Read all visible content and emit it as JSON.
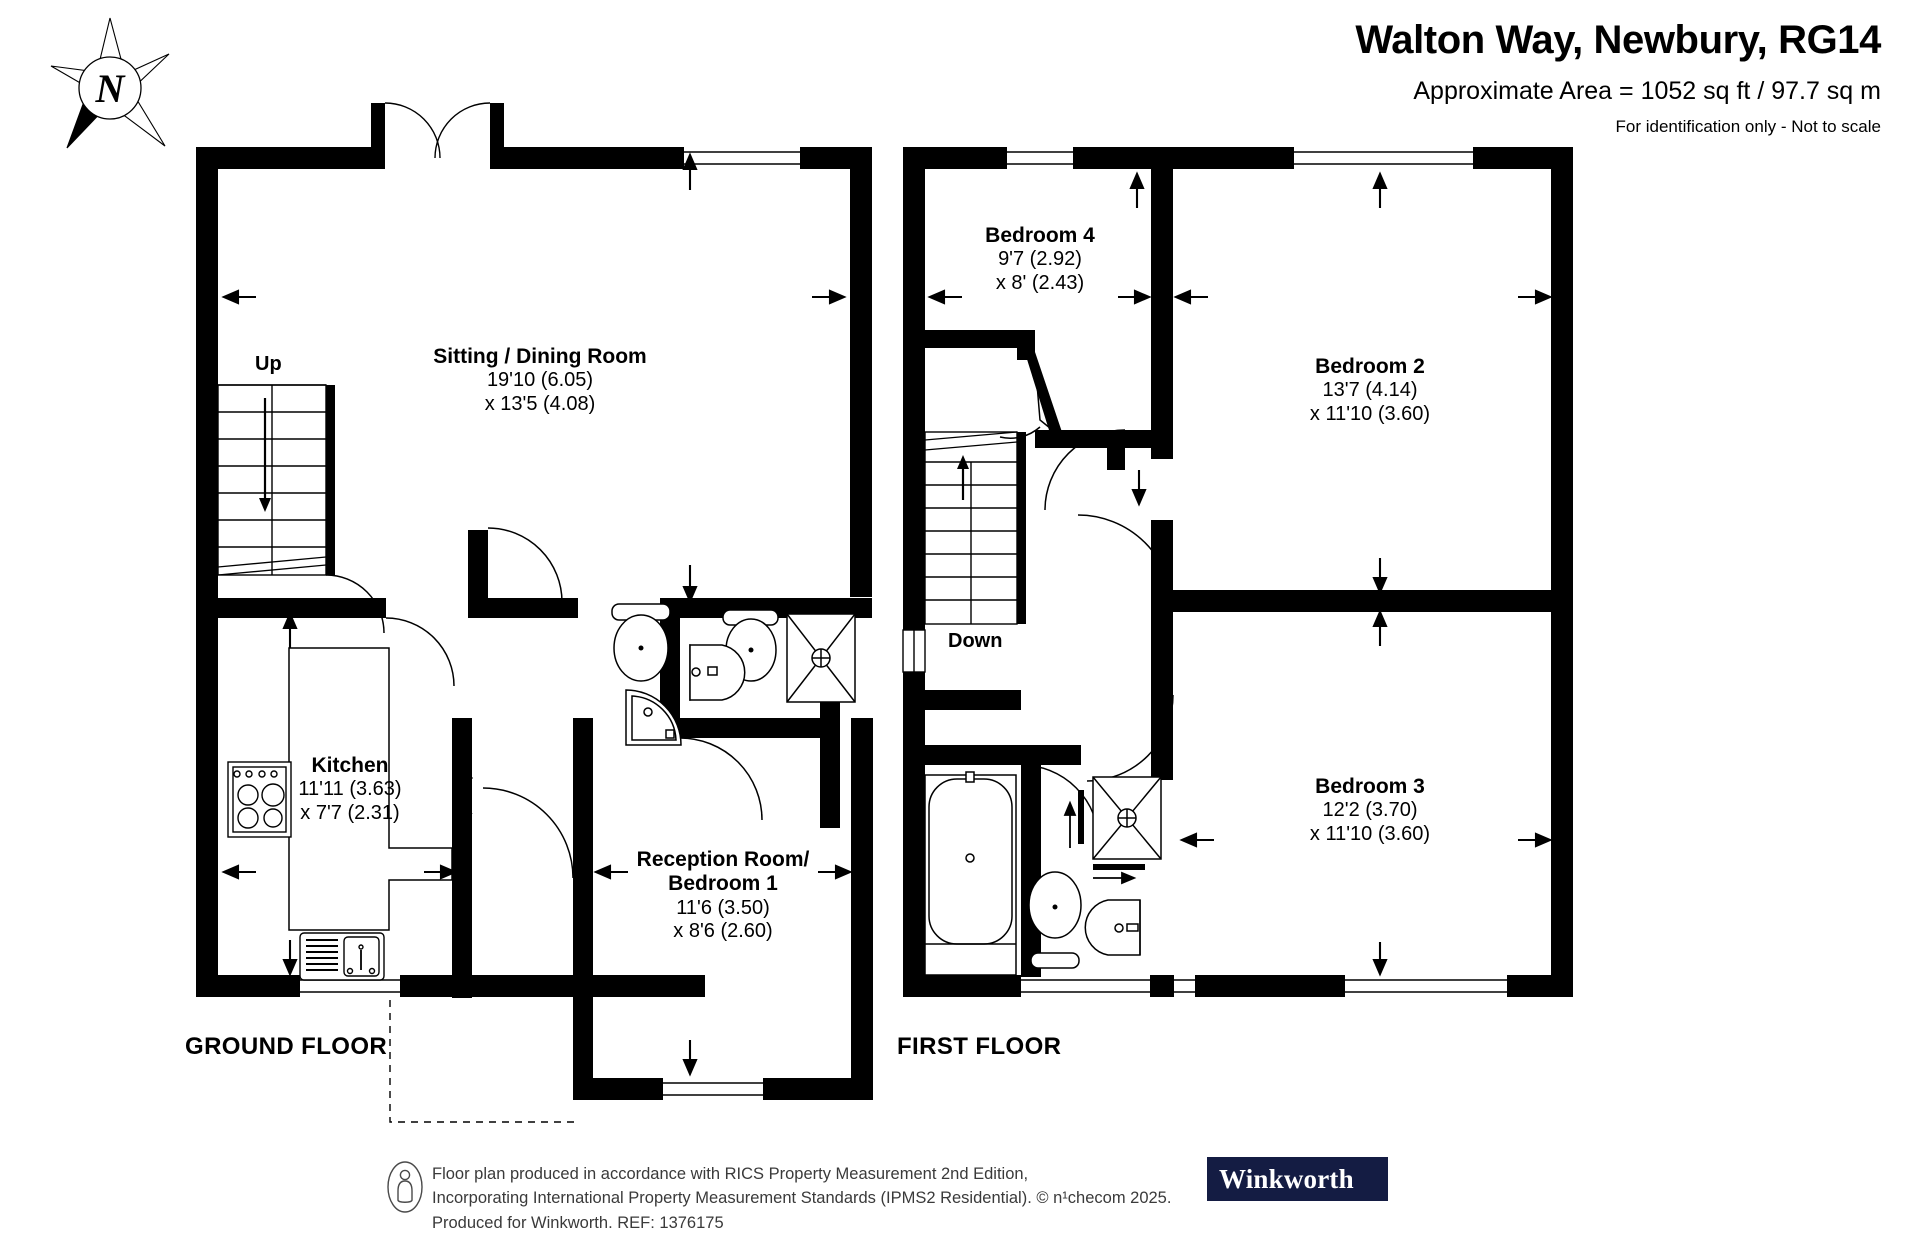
{
  "header": {
    "title": "Walton Way, Newbury, RG14",
    "area": "Approximate Area = 1052 sq ft / 97.7 sq m",
    "note": "For identification only - Not to scale"
  },
  "compass": {
    "north_letter": "N"
  },
  "floors": [
    {
      "id": "ground",
      "label": "GROUND FLOOR"
    },
    {
      "id": "first",
      "label": "FIRST FLOOR"
    }
  ],
  "ground_floor": {
    "label": "GROUND FLOOR",
    "rooms": [
      {
        "name": "Sitting / Dining Room",
        "dim_1": "19'10 (6.05)",
        "dim_2": "x 13'5 (4.08)"
      },
      {
        "name": "Kitchen",
        "dim_1": "11'11 (3.63)",
        "dim_2": "x 7'7 (2.31)"
      },
      {
        "name": "Reception Room/",
        "name_2": "Bedroom 1",
        "dim_1": "11'6 (3.50)",
        "dim_2": "x 8'6 (2.60)"
      }
    ],
    "stairs": {
      "direction_label": "Up"
    }
  },
  "first_floor": {
    "label": "FIRST FLOOR",
    "rooms": [
      {
        "name": "Bedroom 4",
        "dim_1": "9'7 (2.92)",
        "dim_2": "x 8' (2.43)"
      },
      {
        "name": "Bedroom 2",
        "dim_1": "13'7 (4.14)",
        "dim_2": "x 11'10 (3.60)"
      },
      {
        "name": "Bedroom 3",
        "dim_1": "12'2 (3.70)",
        "dim_2": "x 11'10 (3.60)"
      }
    ],
    "stairs": {
      "direction_label": "Down"
    }
  },
  "footer": {
    "line_1": "Floor plan produced in accordance with RICS Property Measurement 2nd Edition,",
    "line_2": "Incorporating International Property Measurement Standards (IPMS2 Residential).   © n¹checom 2025.",
    "line_3": "Produced for Winkworth.   REF: 1376175"
  },
  "brand": {
    "name": "Winkworth",
    "color": "#141c43"
  },
  "colors": {
    "wall": "#000000",
    "background": "#ffffff",
    "fixture_stroke": "#1a1a1a",
    "brand_navy": "#141c43"
  }
}
